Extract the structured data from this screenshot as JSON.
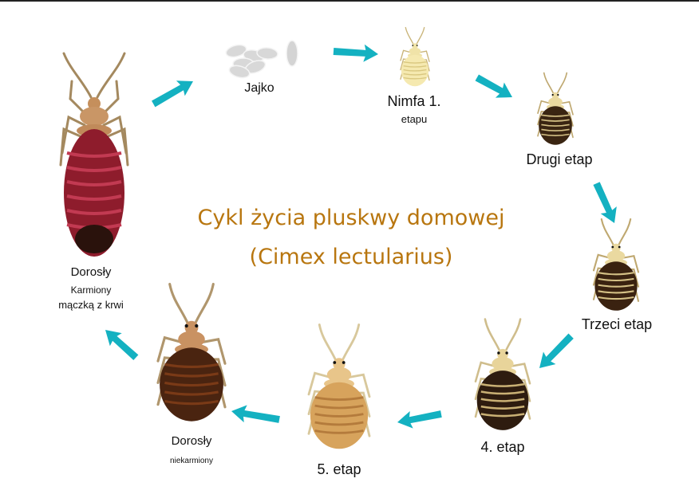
{
  "title": {
    "line1": "Cykl życia pluskwy domowej",
    "line2": "(Cimex lectularius)"
  },
  "stages": {
    "egg": {
      "label": "Jajko"
    },
    "nymph1": {
      "label": "Nimfa 1.",
      "sub": "etapu"
    },
    "nymph2": {
      "label": "Drugi etap"
    },
    "nymph3": {
      "label": "Trzeci etap"
    },
    "nymph4": {
      "label": "4. etap"
    },
    "nymph5": {
      "label": "5. etap"
    },
    "adult_unfed": {
      "label": "Dorosły",
      "sub": "niekarmiony"
    },
    "adult_fed": {
      "label": "Dorosły",
      "sub1": "Karmiony",
      "sub2": "mączką z krwi"
    }
  },
  "colors": {
    "arrow": "#14b1c1",
    "title": "#b8760f"
  }
}
